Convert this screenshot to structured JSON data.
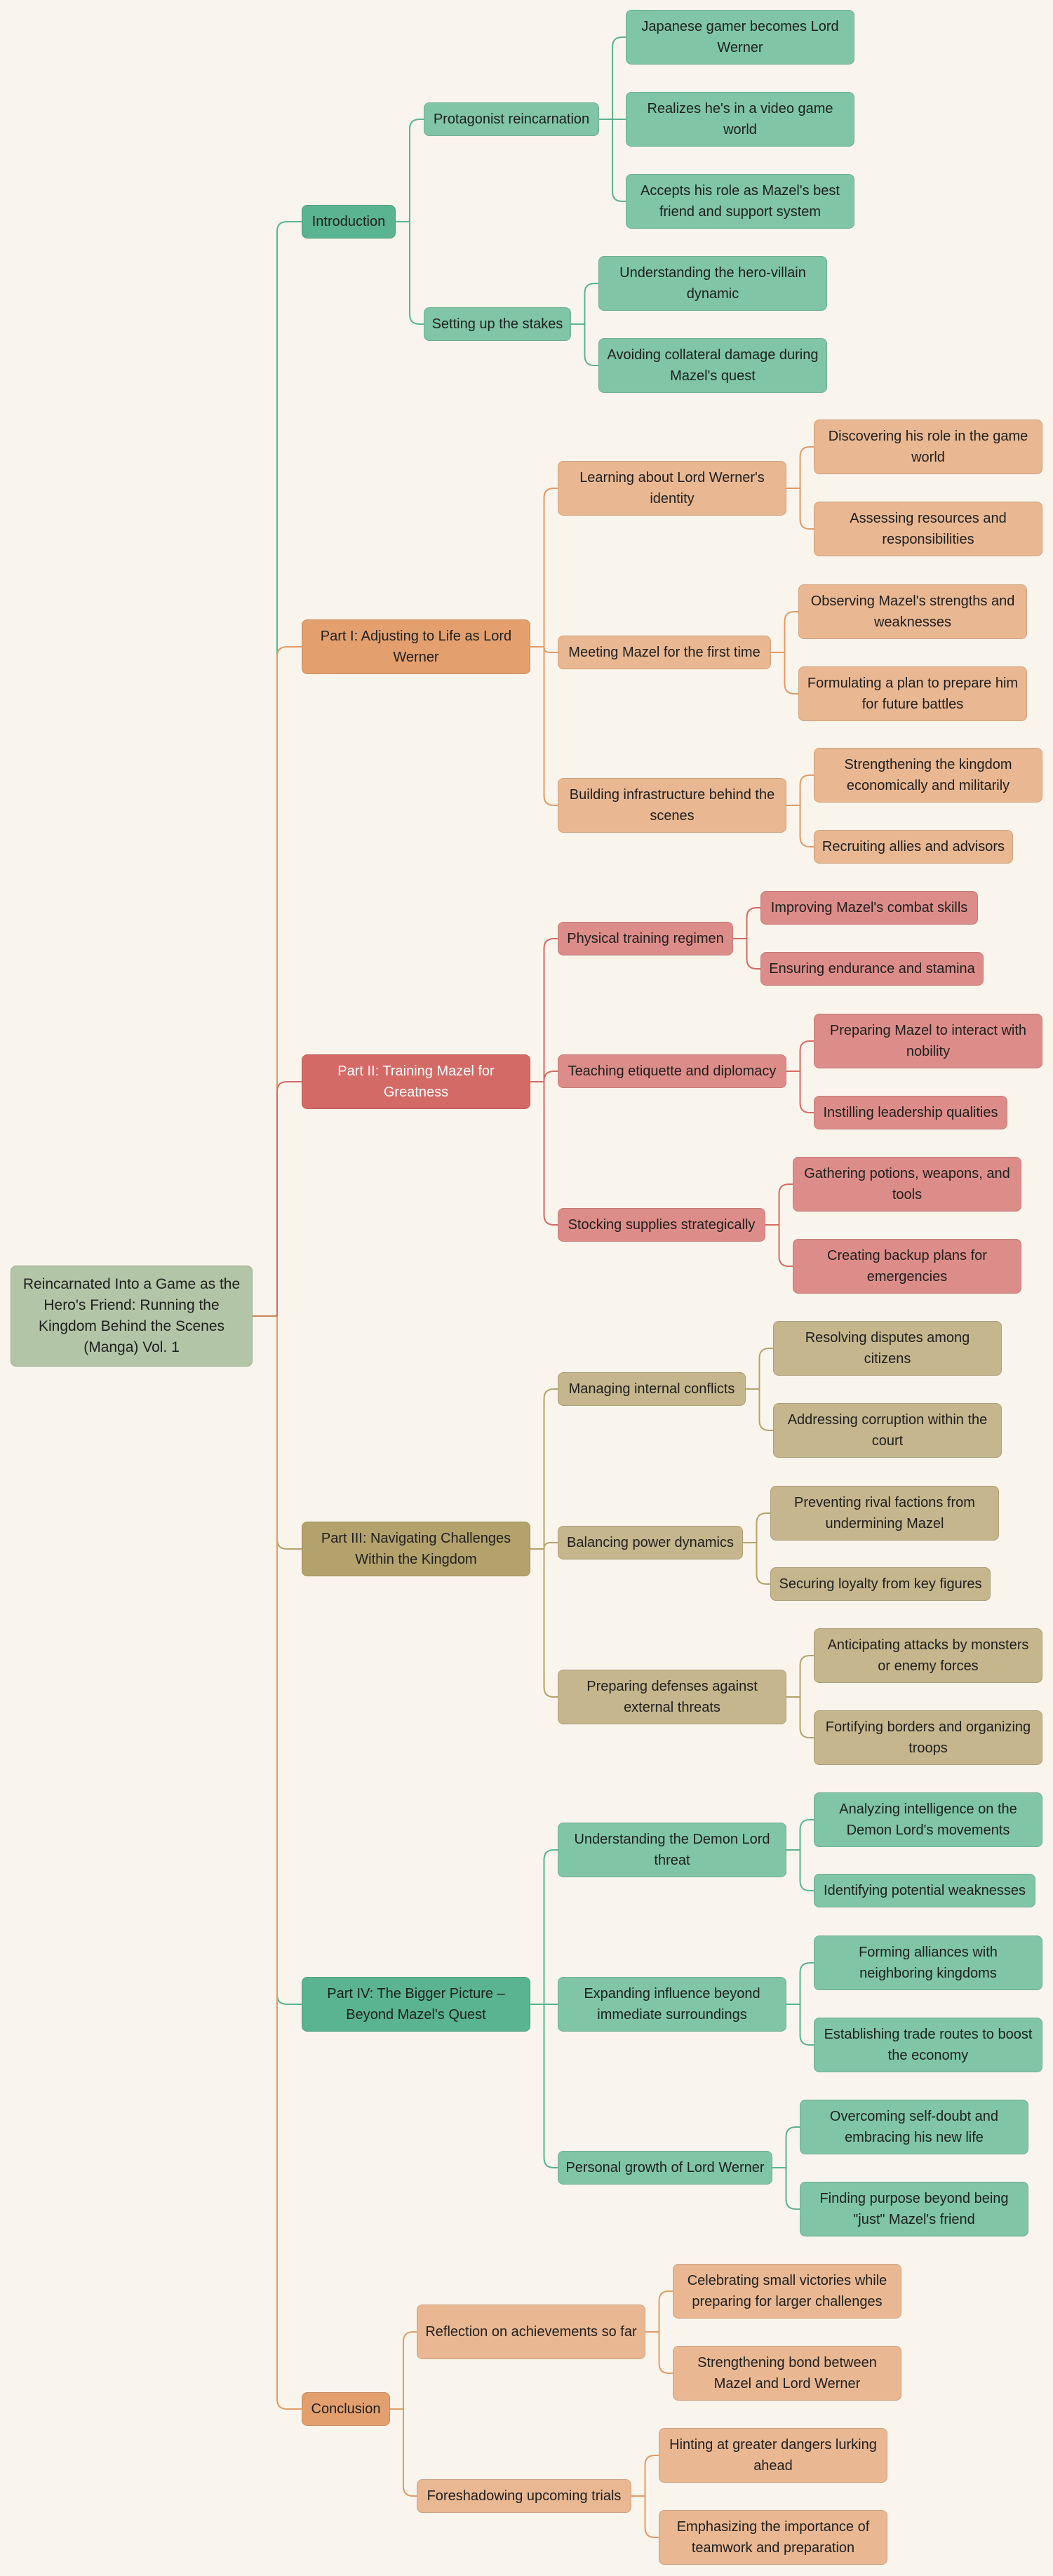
{
  "colors": {
    "background": "#faf5ec",
    "intro": "#5ab391",
    "part1": "#e3a06e",
    "part2": "#d46a65",
    "part3": "#b4a26c",
    "part4": "#5ab391",
    "conclusion": "#e3a06e"
  },
  "root": {
    "label": "Reincarnated Into a Game as the Hero's Friend: Running the Kingdom Behind the Scenes (Manga) Vol. 1"
  },
  "branches": [
    {
      "label": "Introduction",
      "children": [
        {
          "label": "Protagonist reincarnation",
          "children": [
            {
              "label": "Japanese gamer becomes Lord Werner"
            },
            {
              "label": "Realizes he's in a video game world"
            },
            {
              "label": "Accepts his role as Mazel's best friend and support system"
            }
          ]
        },
        {
          "label": "Setting up the stakes",
          "children": [
            {
              "label": "Understanding the hero-villain dynamic"
            },
            {
              "label": "Avoiding collateral damage during Mazel's quest"
            }
          ]
        }
      ]
    },
    {
      "label": "Part I: Adjusting to Life as Lord Werner",
      "children": [
        {
          "label": "Learning about Lord Werner's identity",
          "children": [
            {
              "label": "Discovering his role in the game world"
            },
            {
              "label": "Assessing resources and responsibilities"
            }
          ]
        },
        {
          "label": "Meeting Mazel for the first time",
          "children": [
            {
              "label": "Observing Mazel's strengths and weaknesses"
            },
            {
              "label": "Formulating a plan to prepare him for future battles"
            }
          ]
        },
        {
          "label": "Building infrastructure behind the scenes",
          "children": [
            {
              "label": "Strengthening the kingdom economically and militarily"
            },
            {
              "label": "Recruiting allies and advisors"
            }
          ]
        }
      ]
    },
    {
      "label": "Part II: Training Mazel for Greatness",
      "children": [
        {
          "label": "Physical training regimen",
          "children": [
            {
              "label": "Improving Mazel's combat skills"
            },
            {
              "label": "Ensuring endurance and stamina"
            }
          ]
        },
        {
          "label": "Teaching etiquette and diplomacy",
          "children": [
            {
              "label": "Preparing Mazel to interact with nobility"
            },
            {
              "label": "Instilling leadership qualities"
            }
          ]
        },
        {
          "label": "Stocking supplies strategically",
          "children": [
            {
              "label": "Gathering potions, weapons, and tools"
            },
            {
              "label": "Creating backup plans for emergencies"
            }
          ]
        }
      ]
    },
    {
      "label": "Part III: Navigating Challenges Within the Kingdom",
      "children": [
        {
          "label": "Managing internal conflicts",
          "children": [
            {
              "label": "Resolving disputes among citizens"
            },
            {
              "label": "Addressing corruption within the court"
            }
          ]
        },
        {
          "label": "Balancing power dynamics",
          "children": [
            {
              "label": "Preventing rival factions from undermining Mazel"
            },
            {
              "label": "Securing loyalty from key figures"
            }
          ]
        },
        {
          "label": "Preparing defenses against external threats",
          "children": [
            {
              "label": "Anticipating attacks by monsters or enemy forces"
            },
            {
              "label": "Fortifying borders and organizing troops"
            }
          ]
        }
      ]
    },
    {
      "label": "Part IV: The Bigger Picture – Beyond Mazel's Quest",
      "children": [
        {
          "label": "Understanding the Demon Lord threat",
          "children": [
            {
              "label": "Analyzing intelligence on the Demon Lord's movements"
            },
            {
              "label": "Identifying potential weaknesses"
            }
          ]
        },
        {
          "label": "Expanding influence beyond immediate surroundings",
          "children": [
            {
              "label": "Forming alliances with neighboring kingdoms"
            },
            {
              "label": "Establishing trade routes to boost the economy"
            }
          ]
        },
        {
          "label": "Personal growth of Lord Werner",
          "children": [
            {
              "label": "Overcoming self-doubt and embracing his new life"
            },
            {
              "label": "Finding purpose beyond being \"just\" Mazel's friend"
            }
          ]
        }
      ]
    },
    {
      "label": "Conclusion",
      "children": [
        {
          "label": "Reflection on achievements so far",
          "children": [
            {
              "label": "Celebrating small victories while preparing for larger challenges"
            },
            {
              "label": "Strengthening bond between Mazel and Lord Werner"
            }
          ]
        },
        {
          "label": "Foreshadowing upcoming trials",
          "children": [
            {
              "label": "Hinting at greater dangers lurking ahead"
            },
            {
              "label": "Emphasizing the importance of teamwork and preparation"
            }
          ]
        }
      ]
    }
  ]
}
